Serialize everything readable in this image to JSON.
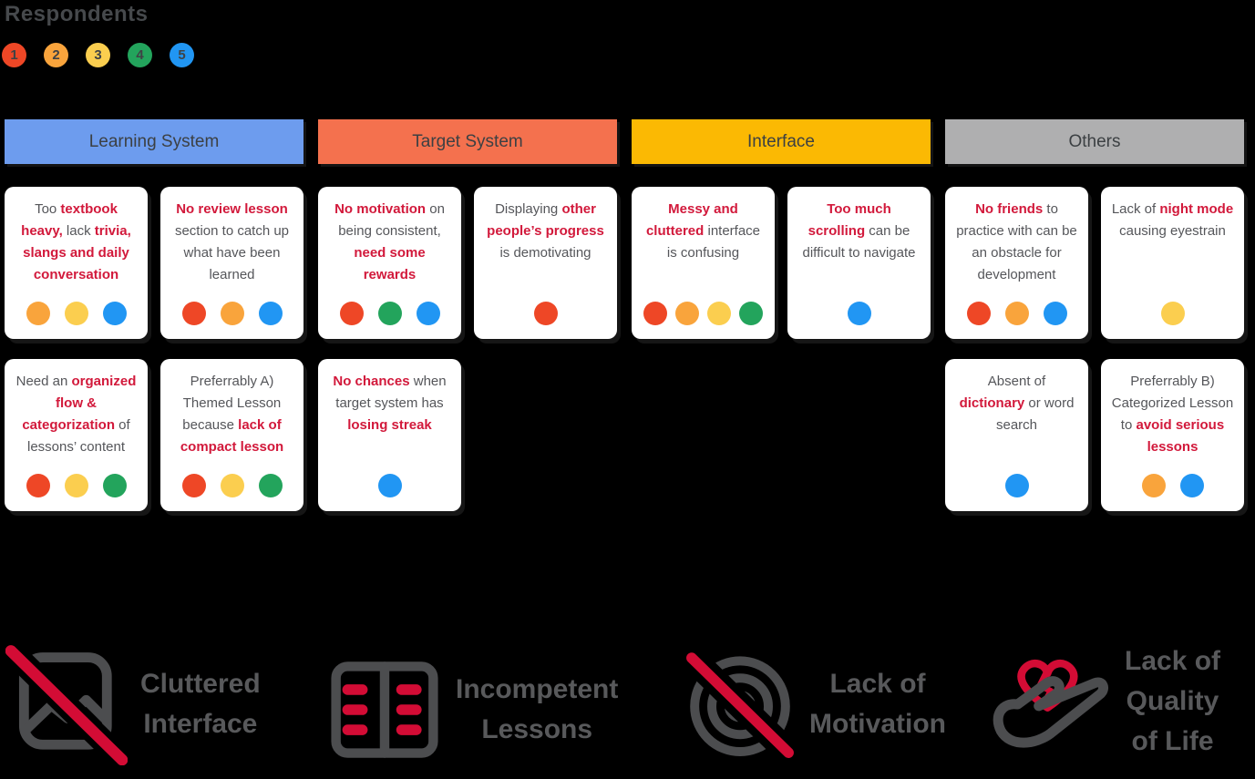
{
  "title": "Respondents",
  "palette": {
    "red": "#EE4726",
    "orange": "#F9A43C",
    "yellow": "#FBCE4F",
    "green": "#23A45C",
    "blue": "#2196F3"
  },
  "colors": {
    "text_gray": "#55565A",
    "text_red": "#D2193B",
    "icon_gray": "#4C4D4F",
    "icon_red": "#D30C35",
    "header_blue": "#6D9CEE",
    "header_orange": "#F4714E",
    "header_yellow": "#FBB903",
    "header_gray": "#AFAFB0",
    "background": "#000000",
    "card_background": "#FFFFFF"
  },
  "respondents": [
    {
      "label": "1",
      "color": "red"
    },
    {
      "label": "2",
      "color": "orange"
    },
    {
      "label": "3",
      "color": "yellow"
    },
    {
      "label": "4",
      "color": "green"
    },
    {
      "label": "5",
      "color": "blue"
    }
  ],
  "columns": [
    {
      "label": "Learning System",
      "color": "#6D9CEE",
      "rows": [
        [
          {
            "segments": [
              {
                "t": "Too ",
                "hl": false
              },
              {
                "t": "textbook heavy,",
                "hl": true
              },
              {
                "t": " lack ",
                "hl": false
              },
              {
                "t": "trivia, slangs and daily conversation",
                "hl": true
              }
            ],
            "dots": [
              "orange",
              "yellow",
              "blue"
            ]
          },
          {
            "segments": [
              {
                "t": "No review lesson",
                "hl": true
              },
              {
                "t": " section to catch up what have been learned",
                "hl": false
              }
            ],
            "dots": [
              "red",
              "orange",
              "blue"
            ]
          }
        ],
        [
          {
            "segments": [
              {
                "t": "Need an ",
                "hl": false
              },
              {
                "t": "organized flow & categorization",
                "hl": true
              },
              {
                "t": " of lessons’ content",
                "hl": false
              }
            ],
            "dots": [
              "red",
              "yellow",
              "green"
            ]
          },
          {
            "segments": [
              {
                "t": "Preferrably A) Themed Lesson because ",
                "hl": false
              },
              {
                "t": "lack of compact lesson",
                "hl": true
              }
            ],
            "dots": [
              "red",
              "yellow",
              "green"
            ]
          }
        ]
      ]
    },
    {
      "label": "Target System",
      "color": "#F4714E",
      "rows": [
        [
          {
            "segments": [
              {
                "t": "No motivation",
                "hl": true
              },
              {
                "t": " on being consistent, ",
                "hl": false
              },
              {
                "t": "need some rewards",
                "hl": true
              }
            ],
            "dots": [
              "red",
              "green",
              "blue"
            ]
          },
          {
            "segments": [
              {
                "t": "Displaying ",
                "hl": false
              },
              {
                "t": "other people’s progress",
                "hl": true
              },
              {
                "t": " is demotivating",
                "hl": false
              }
            ],
            "dots": [
              "red"
            ]
          }
        ],
        [
          {
            "segments": [
              {
                "t": "No chances",
                "hl": true
              },
              {
                "t": " when target system has ",
                "hl": false
              },
              {
                "t": "losing streak",
                "hl": true
              }
            ],
            "dots": [
              "blue"
            ]
          }
        ]
      ]
    },
    {
      "label": "Interface",
      "color": "#FBB903",
      "rows": [
        [
          {
            "segments": [
              {
                "t": "Messy and cluttered",
                "hl": true
              },
              {
                "t": " interface is confusing",
                "hl": false
              }
            ],
            "dots": [
              "red",
              "orange",
              "yellow",
              "green"
            ]
          },
          {
            "segments": [
              {
                "t": "Too much scrolling",
                "hl": true
              },
              {
                "t": " can be difficult to navigate",
                "hl": false
              }
            ],
            "dots": [
              "blue"
            ]
          }
        ],
        []
      ]
    },
    {
      "label": "Others",
      "color": "#AFAFB0",
      "rows": [
        [
          {
            "segments": [
              {
                "t": "No friends",
                "hl": true
              },
              {
                "t": " to practice with can be an obstacle for development",
                "hl": false
              }
            ],
            "dots": [
              "red",
              "orange",
              "blue"
            ]
          },
          {
            "segments": [
              {
                "t": "Lack of ",
                "hl": false
              },
              {
                "t": "night mode",
                "hl": true
              },
              {
                "t": " causing eyestrain",
                "hl": false
              }
            ],
            "dots": [
              "yellow"
            ]
          }
        ],
        [
          {
            "segments": [
              {
                "t": "Absent of ",
                "hl": false
              },
              {
                "t": "dictionary",
                "hl": true
              },
              {
                "t": " or word search",
                "hl": false
              }
            ],
            "dots": [
              "blue"
            ]
          },
          {
            "segments": [
              {
                "t": "Preferrably B) Categorized Lesson to ",
                "hl": false
              },
              {
                "t": "avoid serious lessons",
                "hl": true
              }
            ],
            "dots": [
              "orange",
              "blue"
            ]
          }
        ]
      ]
    }
  ],
  "footer": [
    {
      "icon": "image-off-icon",
      "lines": [
        "Cluttered",
        "Interface"
      ]
    },
    {
      "icon": "open-book-icon",
      "lines": [
        "Incompetent",
        "Lessons"
      ]
    },
    {
      "icon": "target-off-icon",
      "lines": [
        "Lack of",
        "Motivation"
      ]
    },
    {
      "icon": "hand-broken-heart-icon",
      "lines": [
        "Lack of",
        "Quality",
        "of Life"
      ]
    }
  ]
}
